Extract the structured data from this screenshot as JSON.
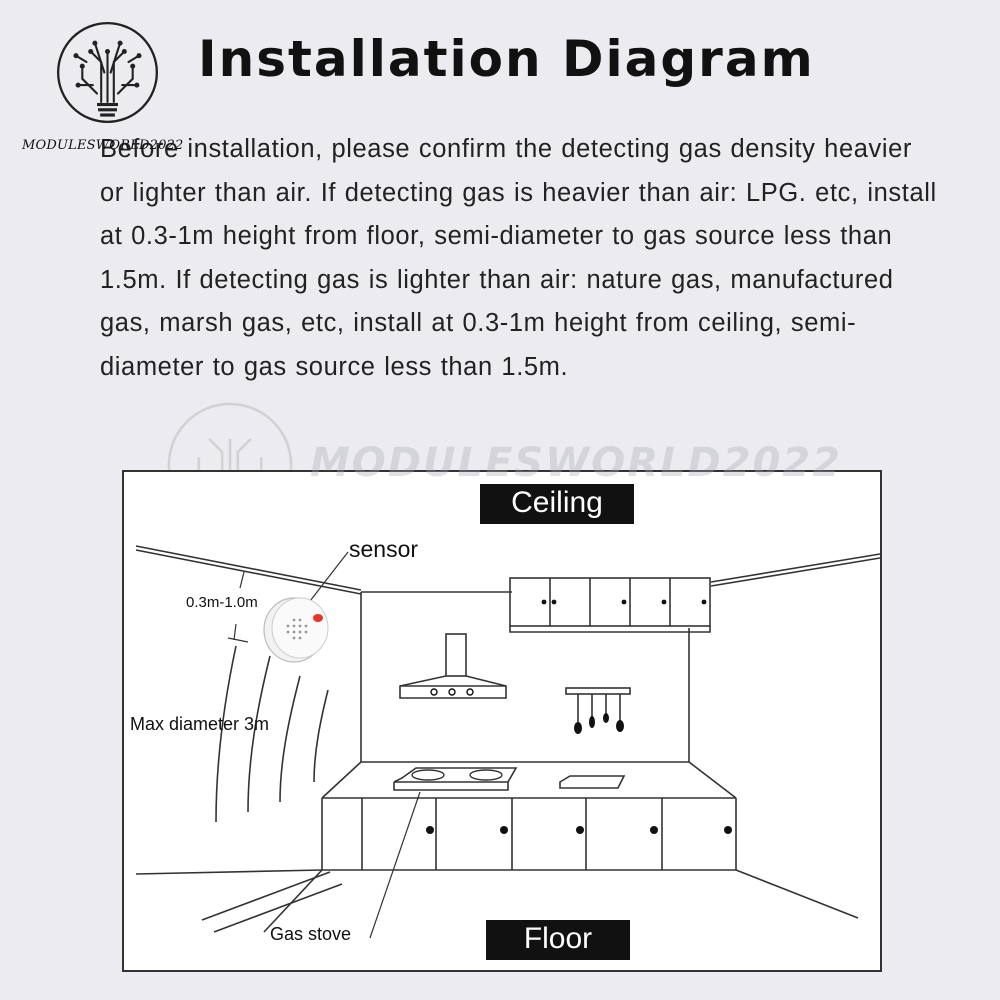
{
  "header": {
    "logo_text": "MODULESWORLD2022",
    "title": "Installation Diagram"
  },
  "instructions": {
    "text": "Before installation, please confirm the detecting gas density heavier or lighter than air. If detecting gas is heavier than air: LPG. etc, install at 0.3-1m height from floor, semi-diameter to gas source less than 1.5m. If detecting gas is lighter than air: nature gas, manufactured gas, marsh gas, etc, install at 0.3-1m height from ceiling, semi-diameter to gas source less than 1.5m."
  },
  "watermark": {
    "text": "MODULESWORLD2022"
  },
  "diagram": {
    "ceiling_label": "Ceiling",
    "floor_label": "Floor",
    "sensor_label": "sensor",
    "range_label": "0.3m-1.0m",
    "max_diameter_label": "Max diameter 3m",
    "stove_label": "Gas stove",
    "sensor_led_color": "#e8352b"
  }
}
